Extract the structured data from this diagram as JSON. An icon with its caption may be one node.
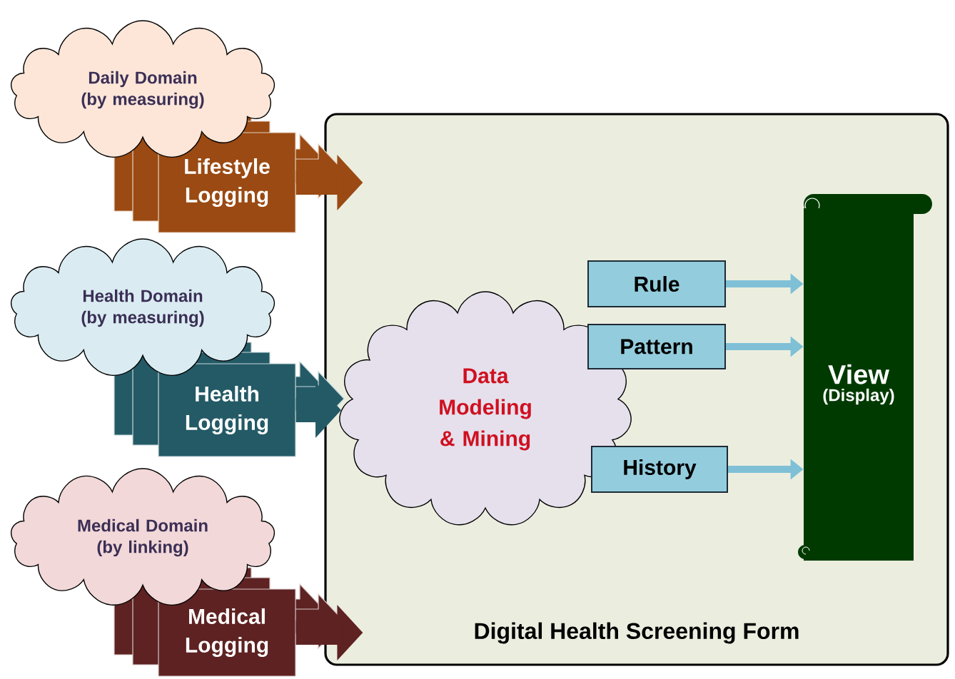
{
  "diagram": {
    "nodes": [
      {
        "text": [
          "Digital Health Screening Form"
        ]
      },
      {
        "text": [
          "Daily Domain (by measuring)"
        ]
      },
      {
        "text": [
          "Lifestyle Logging"
        ]
      },
      {
        "text": [
          "Health Domain (by measuring)"
        ]
      },
      {
        "text": [
          "Health Logging"
        ]
      },
      {
        "text": [
          "Medical Domain (by linking)"
        ]
      },
      {
        "text": [
          "Medical Logging"
        ]
      },
      {
        "text": [
          "Data Modeling & Mining"
        ],
        "in": 0
      },
      {
        "text": [
          "Rule"
        ],
        "in": 0
      },
      {
        "text": [
          "Pattern"
        ],
        "in": 0
      },
      {
        "text": [
          "History"
        ],
        "in": 0
      },
      {
        "text": [
          "View",
          "(Display)"
        ],
        "in": 0
      }
    ],
    "edges": [
      {
        "from": 2,
        "to": 0,
        "arrow": "to",
        "style": "thick",
        "color": "#9a4a12"
      },
      {
        "from": 4,
        "to": 7,
        "arrow": "to",
        "style": "thick",
        "color": "#235a66"
      },
      {
        "from": 6,
        "to": 0,
        "arrow": "to",
        "style": "thick",
        "color": "#5e2222"
      },
      {
        "from": 8,
        "to": 11,
        "arrow": "to"
      },
      {
        "from": 9,
        "to": 11,
        "arrow": "to"
      },
      {
        "from": 10,
        "to": 11,
        "arrow": "to"
      }
    ]
  }
}
